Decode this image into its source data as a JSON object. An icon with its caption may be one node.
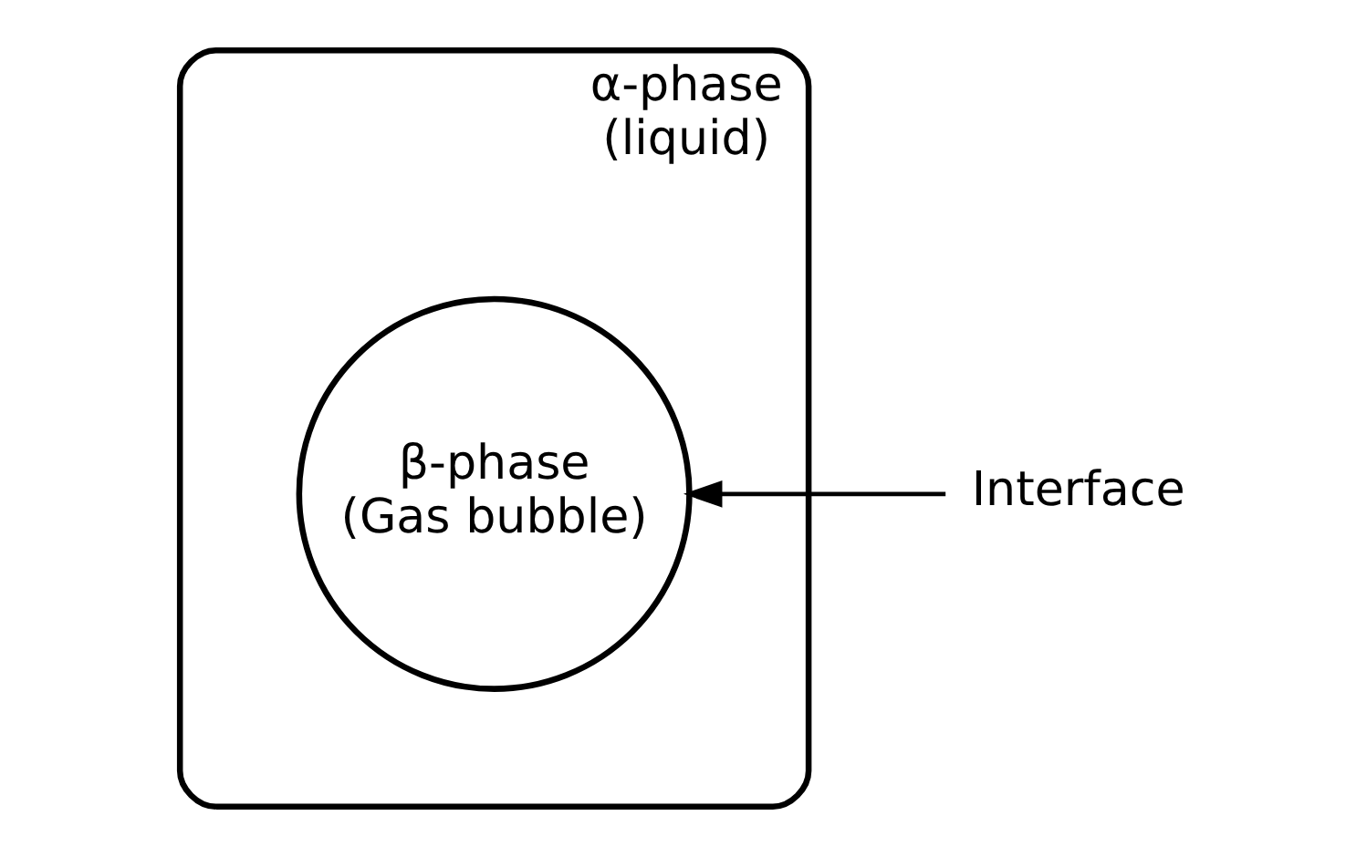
{
  "diagram": {
    "nodes": [
      {
        "text": [
          "α-phase",
          "(liquid)"
        ]
      },
      {
        "text": [
          "β-phase",
          "(Gas bubble)"
        ],
        "in": 0
      },
      {
        "text": [
          "Interface"
        ]
      }
    ],
    "edges": [
      {
        "from": 2,
        "to": 1,
        "arrow": "to"
      }
    ]
  }
}
